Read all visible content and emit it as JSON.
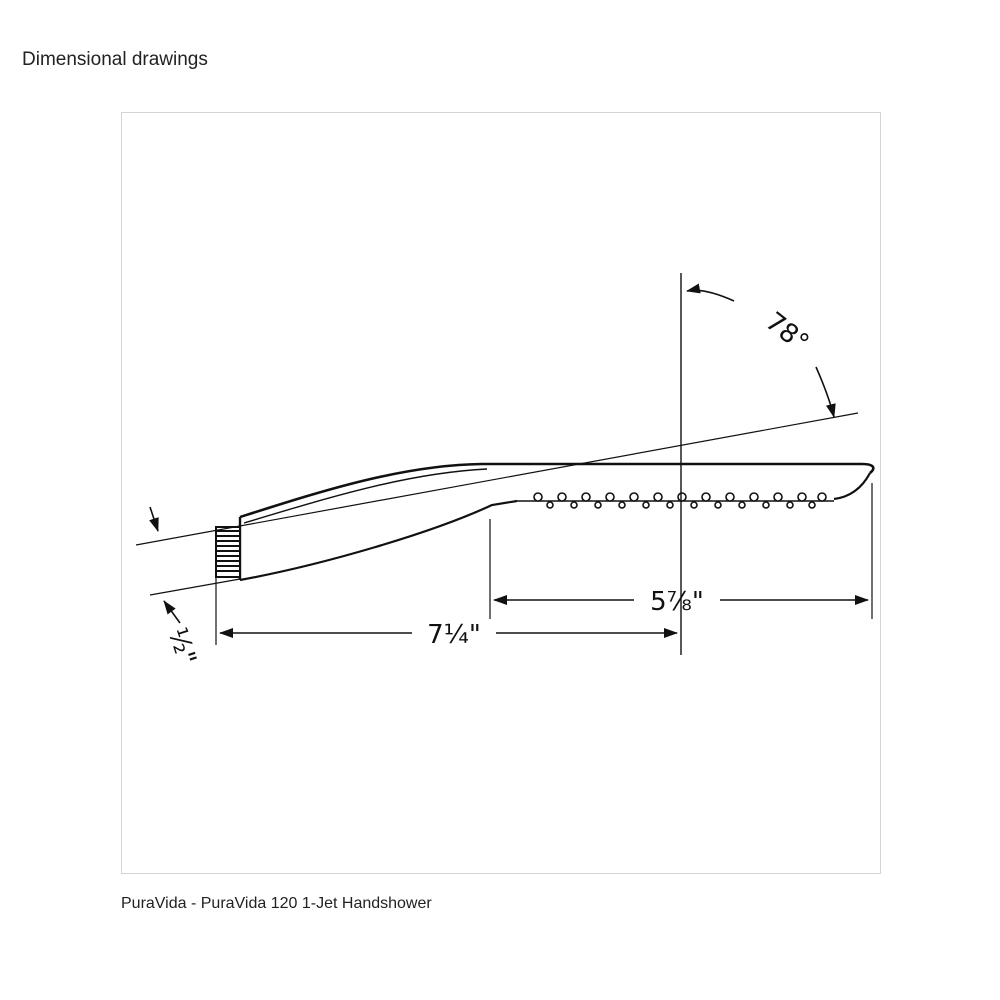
{
  "section": {
    "title": "Dimensional drawings"
  },
  "drawing": {
    "dimensions": {
      "overall_length": "7¼\"",
      "spray_face_length": "5⅞\"",
      "angle": "78°",
      "connection": "½\""
    }
  },
  "caption": "PuraVida - PuraVida 120 1-Jet Handshower",
  "colors": {
    "frame_border": "#d4d4d4",
    "text": "#222222",
    "line": "#111111"
  }
}
